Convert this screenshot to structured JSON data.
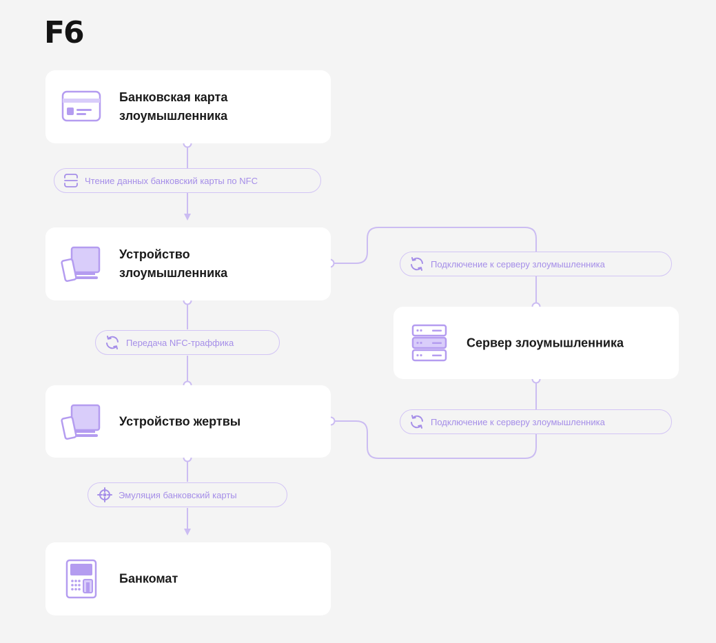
{
  "logo": "F6",
  "nodes": {
    "attacker_card": "Банковская карта\nзлоумышленника",
    "attacker_device": "Устройство\nзлоумышленника",
    "server": "Сервер злоумышленника",
    "victim_device": "Устройство жертвы",
    "atm": "Банкомат"
  },
  "edges": {
    "read_card": {
      "label": "Чтение данных банковский карты по NFC",
      "icon": "nfc-scan-icon"
    },
    "transfer": {
      "label": "Передача NFC-траффика",
      "icon": "sync-icon"
    },
    "connect_top": {
      "label": "Подключение к серверу злоумышленника",
      "icon": "sync-icon"
    },
    "connect_bottom": {
      "label": "Подключение к серверу злоумышленника",
      "icon": "sync-icon"
    },
    "emulation": {
      "label": "Эмуляция банковский карты",
      "icon": "target-icon"
    }
  },
  "colors": {
    "accent": "#a58ee8",
    "accent_light": "#d2c4f5",
    "icon_fill": "#b49cf0",
    "card_bg": "#ffffff",
    "page_bg": "#f4f4f4",
    "text": "#1a1a1a"
  }
}
